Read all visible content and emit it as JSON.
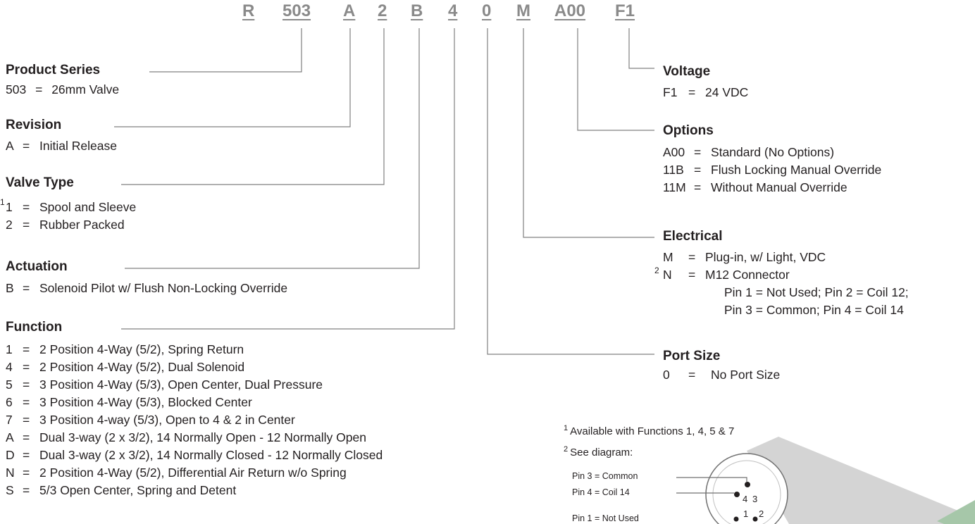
{
  "part_code": [
    "R",
    "503",
    "A",
    "2",
    "B",
    "4",
    "0",
    "M",
    "A00",
    "F1"
  ],
  "left": {
    "product_series": {
      "title": "Product Series",
      "rows": [
        {
          "key": "503",
          "eq": "=",
          "value": "26mm Valve"
        }
      ]
    },
    "revision": {
      "title": "Revision",
      "rows": [
        {
          "key": "A",
          "eq": "=",
          "value": "Initial Release"
        }
      ]
    },
    "valve_type": {
      "title": "Valve Type",
      "note_1": "1",
      "rows": [
        {
          "key": "1",
          "eq": "=",
          "value": "Spool and Sleeve"
        },
        {
          "key": "2",
          "eq": "=",
          "value": "Rubber Packed"
        }
      ]
    },
    "actuation": {
      "title": "Actuation",
      "rows": [
        {
          "key": "B",
          "eq": "=",
          "value": "Solenoid Pilot w/ Flush Non-Locking Override"
        }
      ]
    },
    "function": {
      "title": "Function",
      "rows": [
        {
          "key": "1",
          "eq": "=",
          "value": "2 Position 4-Way (5/2), Spring Return"
        },
        {
          "key": "4",
          "eq": "=",
          "value": "2 Position 4-Way (5/2), Dual Solenoid"
        },
        {
          "key": "5",
          "eq": "=",
          "value": "3 Position 4-Way (5/3), Open Center, Dual Pressure"
        },
        {
          "key": "6",
          "eq": "=",
          "value": "3 Position 4-Way (5/3), Blocked Center"
        },
        {
          "key": "7",
          "eq": "=",
          "value": "3 Position 4-way (5/3), Open to 4 & 2 in Center"
        },
        {
          "key": "A",
          "eq": "=",
          "value": "Dual 3-way (2 x 3/2), 14 Normally Open - 12 Normally Open"
        },
        {
          "key": "D",
          "eq": "=",
          "value": "Dual 3-way (2 x 3/2), 14 Normally Closed - 12 Normally Closed"
        },
        {
          "key": "N",
          "eq": "=",
          "value": "2 Position 4-Way (5/2), Differential Air Return w/o Spring"
        },
        {
          "key": "S",
          "eq": "=",
          "value": "5/3 Open Center, Spring and Detent"
        }
      ]
    }
  },
  "right": {
    "voltage": {
      "title": "Voltage",
      "rows": [
        {
          "key": "F1",
          "eq": "=",
          "value": "24 VDC"
        }
      ]
    },
    "options": {
      "title": "Options",
      "rows": [
        {
          "key": "A00",
          "eq": "=",
          "value": "Standard (No Options)"
        },
        {
          "key": "11B",
          "eq": "=",
          "value": "Flush Locking Manual Override"
        },
        {
          "key": "11M",
          "eq": "=",
          "value": "Without Manual Override"
        }
      ]
    },
    "electrical": {
      "title": "Electrical",
      "note_2": "2",
      "rows": [
        {
          "key": "M",
          "eq": "=",
          "value": "Plug-in, w/ Light, VDC"
        },
        {
          "key": "N",
          "eq": "=",
          "value": "M12 Connector"
        }
      ],
      "pin_lines": [
        "Pin 1 = Not Used; Pin 2 = Coil 12;",
        "Pin 3 = Common; Pin 4 = Coil 14"
      ]
    },
    "port_size": {
      "title": "Port Size",
      "rows": [
        {
          "key": "0",
          "eq": "=",
          "value": "No Port Size"
        }
      ]
    }
  },
  "footnotes": [
    {
      "num": "1",
      "text": "Available with Functions 1, 4, 5 & 7"
    },
    {
      "num": "2",
      "text": "See diagram:"
    }
  ],
  "connector": {
    "labels": [
      "Pin 3 = Common",
      "Pin 4  =  Coil 14",
      "Pin 1 = Not Used"
    ],
    "pins": [
      "4",
      "3",
      "1",
      "2"
    ]
  },
  "colors": {
    "code": "#8a8a8a",
    "leader": "#808080",
    "text": "#231f20",
    "shadow": "#d4d4d4",
    "block": "#a6c7a9"
  }
}
